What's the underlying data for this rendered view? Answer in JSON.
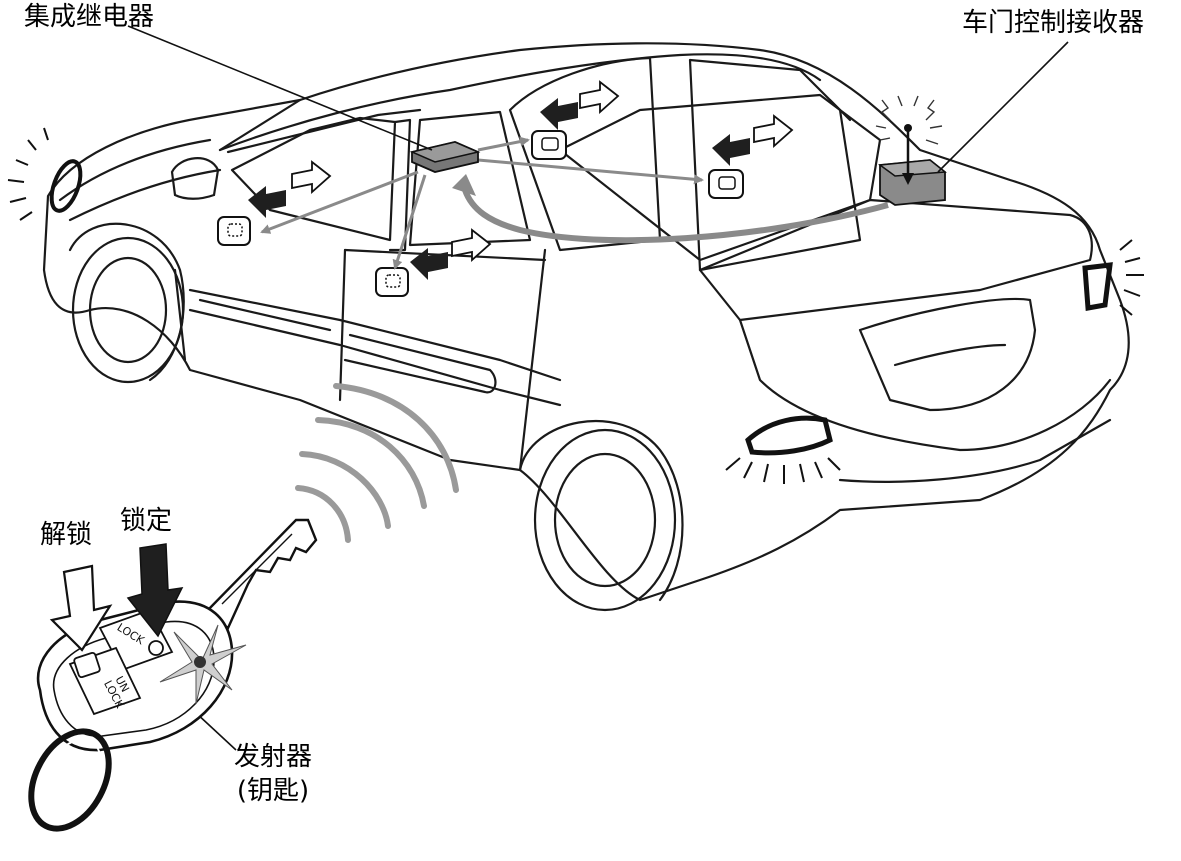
{
  "labels": {
    "relay": "集成继电器",
    "receiver": "车门控制接收器",
    "unlock": "解锁",
    "lock": "锁定",
    "transmitter_line1": "发射器",
    "transmitter_line2": "(钥匙)"
  },
  "key_buttons": {
    "lock": "LOCK",
    "unlock_top": "UN",
    "unlock_bottom": "LOCK"
  },
  "colors": {
    "outline": "#1a1a1a",
    "signal_gray": "#8a8a8a",
    "module_fill": "#777777",
    "arrow_dark": "#1f1f1f"
  }
}
